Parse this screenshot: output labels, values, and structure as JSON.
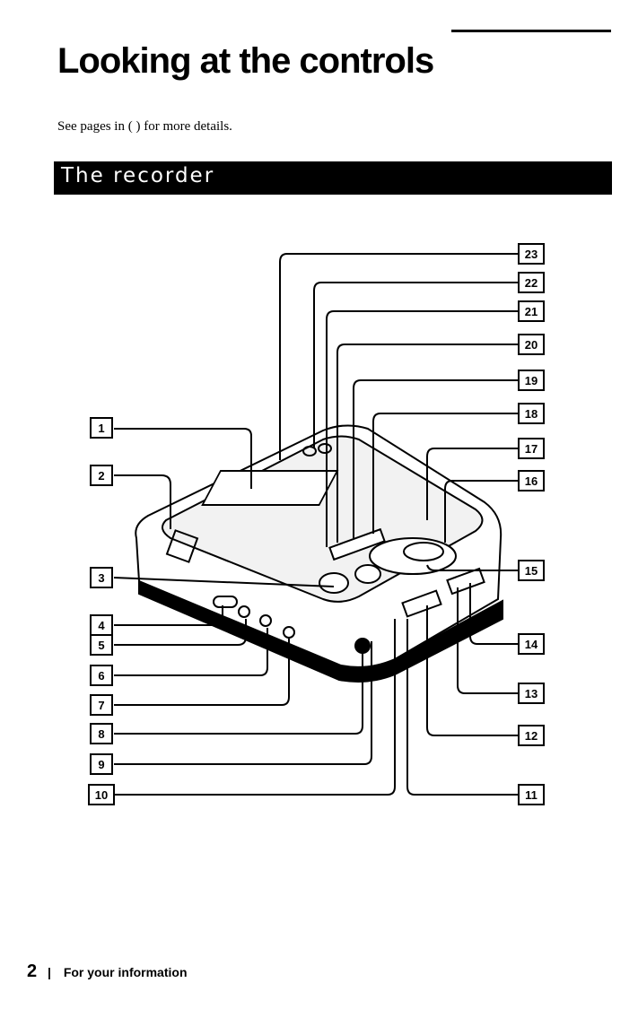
{
  "page": {
    "title": "Looking at the controls",
    "subtitle": "See pages in ( ) for more details.",
    "section": "The recorder",
    "footer_page_number": "2",
    "footer_separator": "|",
    "footer_text": "For your information"
  },
  "callouts": [
    "1",
    "2",
    "3",
    "4",
    "5",
    "6",
    "7",
    "8",
    "9",
    "10",
    "11",
    "12",
    "13",
    "14",
    "15",
    "16",
    "17",
    "18",
    "19",
    "20",
    "21",
    "22",
    "23"
  ]
}
